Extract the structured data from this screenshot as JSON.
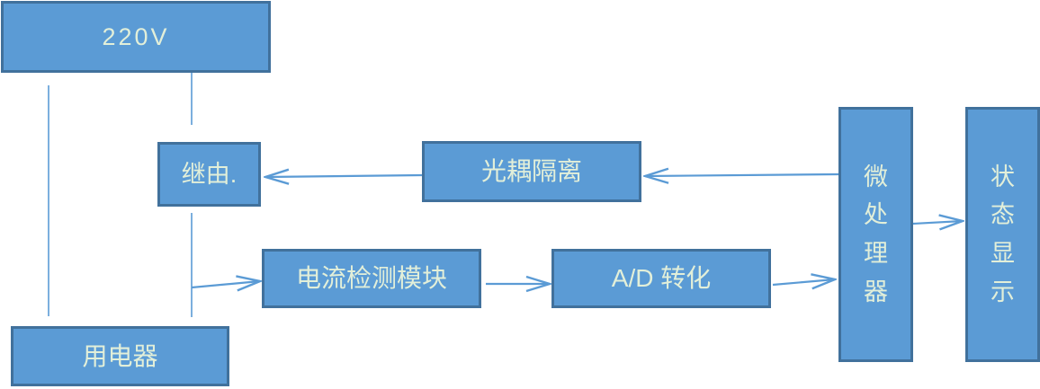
{
  "diagram": {
    "type": "block-diagram",
    "nodes": {
      "power": {
        "label": "220V"
      },
      "relay": {
        "label": "继由."
      },
      "opto": {
        "label": "光耦隔离"
      },
      "current": {
        "label": "电流检测模块"
      },
      "adc": {
        "label": "A/D 转化"
      },
      "mcu": {
        "label": "微处理器"
      },
      "status": {
        "label": "状态显示"
      },
      "load": {
        "label": "用电器"
      }
    },
    "connections": [
      {
        "from": "220V",
        "to": "用电器",
        "style": "plain-line"
      },
      {
        "from": "220V",
        "to": "继由",
        "style": "plain-line"
      },
      {
        "from": "继由",
        "to": "用电器",
        "style": "plain-line"
      },
      {
        "from": "继由-用电器-line",
        "to": "电流检测模块",
        "style": "arrow"
      },
      {
        "from": "光耦隔离",
        "to": "继由",
        "style": "arrow"
      },
      {
        "from": "微处理器",
        "to": "光耦隔离",
        "style": "arrow"
      },
      {
        "from": "电流检测模块",
        "to": "A/D 转化",
        "style": "arrow"
      },
      {
        "from": "A/D 转化",
        "to": "微处理器",
        "style": "arrow"
      },
      {
        "from": "微处理器",
        "to": "状态显示",
        "style": "arrow"
      }
    ],
    "colors": {
      "node_fill": "#5B9BD5",
      "node_border": "#41719C",
      "node_text": "#E2EFD9",
      "connector": "#5B9BD5",
      "background": "#FFFFFF"
    }
  }
}
